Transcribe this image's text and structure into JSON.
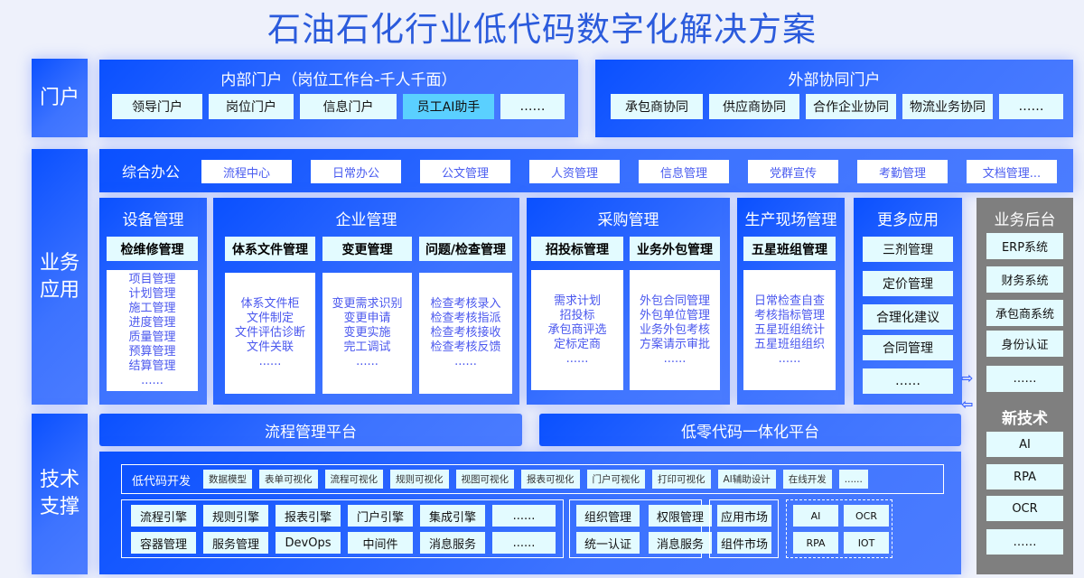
{
  "title": "石油石化行业低代码数字化解决方案",
  "layers": {
    "portal": "门户",
    "business": "业务应用",
    "tech": "技术支撑"
  },
  "internal_portal": {
    "title": "内部门户（岗位工作台-千人千面）",
    "items": [
      "领导门户",
      "岗位门户",
      "信息门户",
      "员工AI助手",
      "……"
    ],
    "highlight_color": "#5ad0ff"
  },
  "external_portal": {
    "title": "外部协同门户",
    "items": [
      "承包商协同",
      "供应商协同",
      "合作企业协同",
      "物流业务协同",
      "……"
    ]
  },
  "office": {
    "label": "综合办公",
    "items": [
      "流程中心",
      "日常办公",
      "公文管理",
      "人资管理",
      "信息管理",
      "党群宣传",
      "考勤管理",
      "文档管理..."
    ]
  },
  "equipment": {
    "title": "设备管理",
    "sub": "检维修管理",
    "list": [
      "项目管理",
      "计划管理",
      "施工管理",
      "进度管理",
      "质量管理",
      "预算管理",
      "结算管理",
      "......"
    ]
  },
  "enterprise": {
    "title": "企业管理",
    "cols": [
      {
        "sub": "体系文件管理",
        "list": [
          "体系文件柜",
          "文件制定",
          "文件评估诊断",
          "文件关联",
          "......"
        ]
      },
      {
        "sub": "变更管理",
        "list": [
          "变更需求识别",
          "变更申请",
          "变更实施",
          "完工调试",
          "......"
        ]
      },
      {
        "sub": "问题/检查管理",
        "list": [
          "检查考核录入",
          "检查考核指派",
          "检查考核接收",
          "检查考核反馈",
          "......"
        ]
      }
    ]
  },
  "procurement": {
    "title": "采购管理",
    "cols": [
      {
        "sub": "招投标管理",
        "list": [
          "需求计划",
          "招投标",
          "承包商评选",
          "定标定商",
          "......"
        ]
      },
      {
        "sub": "业务外包管理",
        "list": [
          "外包合同管理",
          "外包单位管理",
          "业务外包考核",
          "方案请示审批",
          "......"
        ]
      }
    ]
  },
  "production": {
    "title": "生产现场管理",
    "sub": "五星班组管理",
    "list": [
      "日常检查自查",
      "考核指标管理",
      "五星班组统计",
      "五星班组组织",
      "......"
    ]
  },
  "more_apps": {
    "title": "更多应用",
    "items": [
      "三剂管理",
      "定价管理",
      "合理化建议",
      "合同管理",
      "……"
    ]
  },
  "backend": {
    "title": "业务后台",
    "items": [
      "ERP系统",
      "财务系统",
      "承包商系统",
      "身份认证",
      "……"
    ],
    "new_tech_title": "新技术",
    "new_tech": [
      "AI",
      "RPA",
      "OCR",
      "……"
    ]
  },
  "platforms": {
    "process": "流程管理平台",
    "lowcode": "低零代码一体化平台"
  },
  "lowcode_dev": {
    "label": "低代码开发",
    "items": [
      "数据模型",
      "表单可视化",
      "流程可视化",
      "规则可视化",
      "视图可视化",
      "报表可视化",
      "门户可视化",
      "打印可视化",
      "AI辅助设计",
      "在线开发",
      "......"
    ]
  },
  "engines": {
    "row1": [
      "流程引擎",
      "规则引擎",
      "报表引擎",
      "门户引擎",
      "集成引擎",
      "......"
    ],
    "row2": [
      "容器管理",
      "服务管理",
      "DevOps",
      "中间件",
      "消息服务",
      "......"
    ]
  },
  "org": {
    "items": [
      "组织管理",
      "权限管理",
      "统一认证",
      "消息服务"
    ]
  },
  "market": {
    "items": [
      "应用市场",
      "组件市场"
    ]
  },
  "newtech_box": {
    "items": [
      "AI",
      "OCR",
      "RPA",
      "IOT"
    ]
  }
}
